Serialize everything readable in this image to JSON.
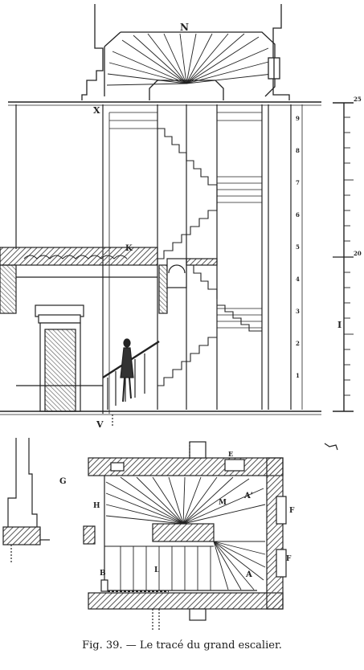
{
  "caption": {
    "fig_number": "Fig. 39.",
    "dash": "—",
    "title": "Le tracé du grand escalier."
  },
  "labels": {
    "n": "N",
    "x": "X",
    "k": "K",
    "v": "V",
    "g": "G",
    "h": "H",
    "b": "B",
    "l": "L",
    "m": "M",
    "a_prime": "A'",
    "a": "A",
    "f_top": "F",
    "f_bottom": "F",
    "e": "E",
    "scale_i": "I",
    "scale_top_number": "25",
    "scale_mid_number": "20"
  },
  "elevation_step_numbers": [
    "9",
    "8",
    "7",
    "6",
    "5",
    "4",
    "3",
    "2",
    "1"
  ],
  "colors": {
    "ink": "#222222",
    "hatch": "#555555",
    "paper": "#ffffff"
  }
}
